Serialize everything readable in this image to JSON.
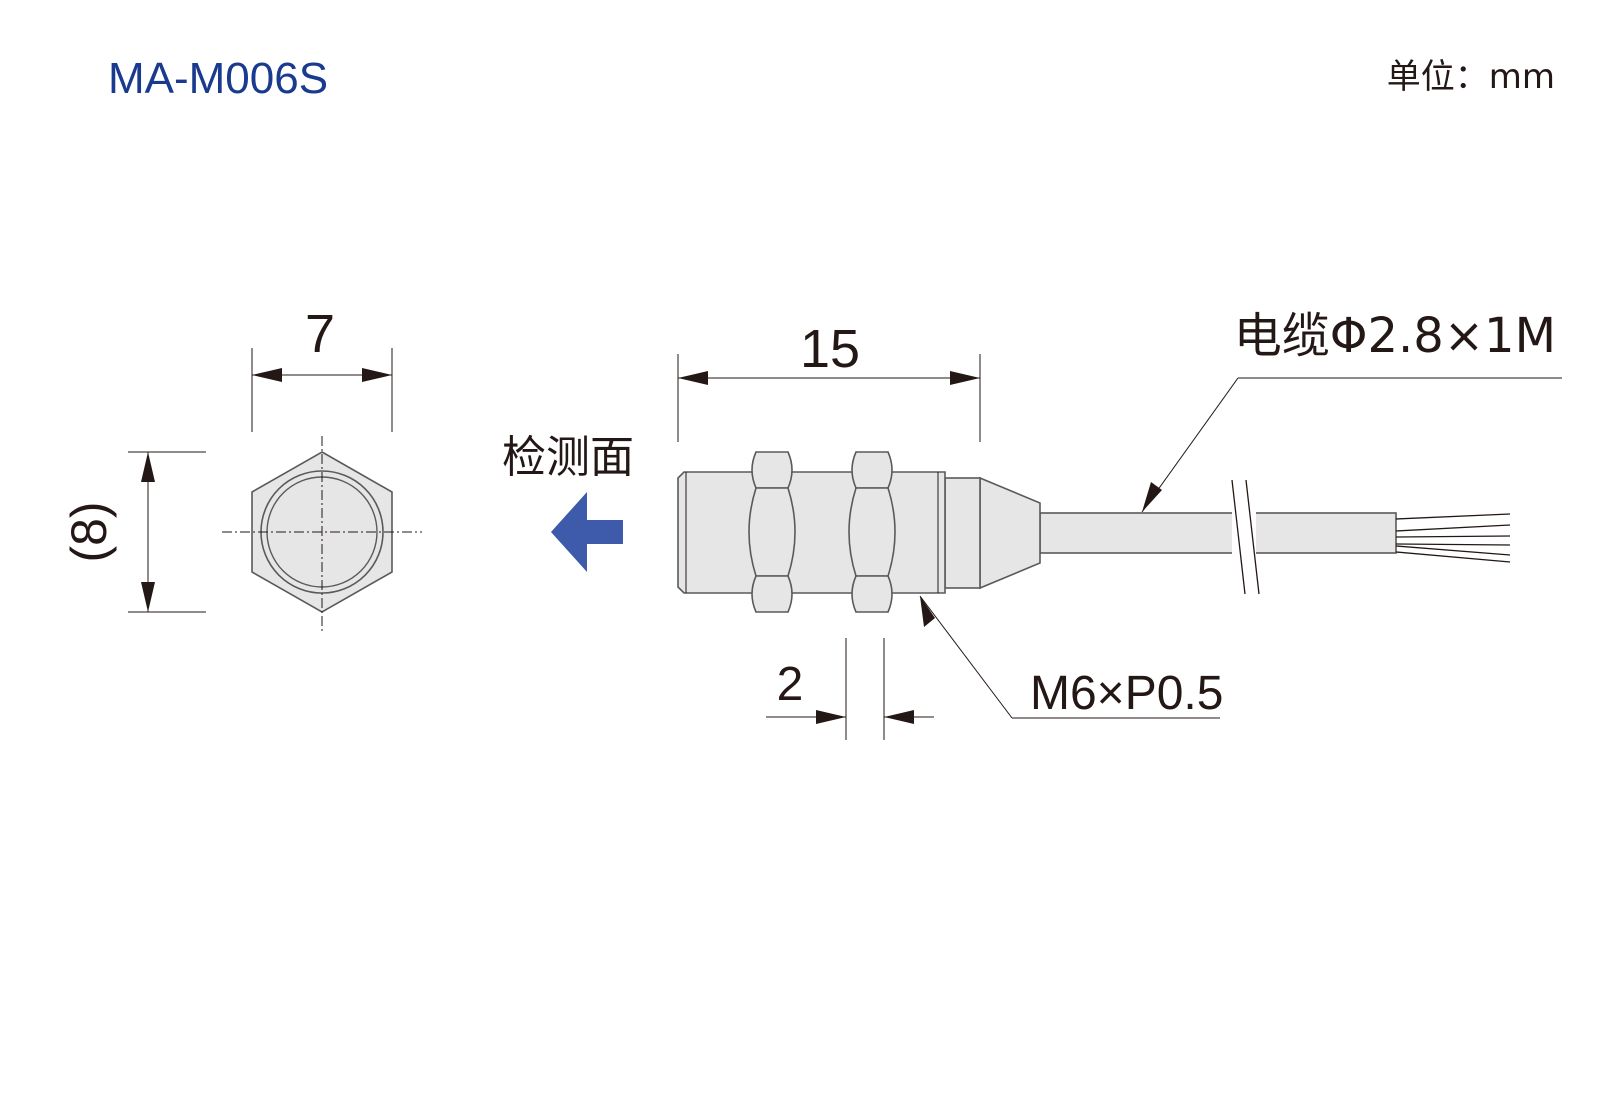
{
  "header": {
    "model": "MA-M006S",
    "unit_label": "单位：mm",
    "model_color": "#1a3a8f"
  },
  "front_view": {
    "width_dim": "7",
    "height_dim": "(8)"
  },
  "side_view": {
    "length_dim": "15",
    "nut_dim": "2",
    "detect_label": "检测面",
    "thread_label": "M6×P0.5",
    "cable_label": "电缆Φ2.8×1M",
    "arrow_color": "#3d5aab"
  }
}
